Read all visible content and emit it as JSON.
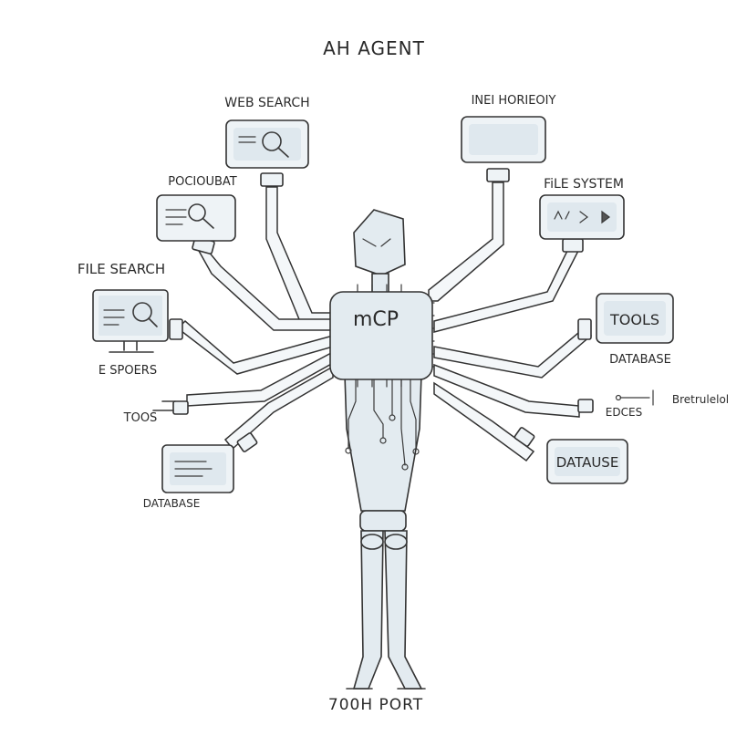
{
  "title": "AH AGENT",
  "footer": "700H PORT",
  "core": {
    "label": "mCP"
  },
  "labels": {
    "web_search": "WEB SEARCH",
    "top_right": "INEI HORIEOIY",
    "left_upper": "POCIOUBAT",
    "file_system": "FiLE SYSTEM",
    "file_search": "FILE SEARCH",
    "file_search_sub": "E SPOERS",
    "tools_left": "TOOS",
    "database_left": "DATABASE",
    "tools_right": "TOOLS",
    "database_right_caption": "DATABASE",
    "edges": "EDCES",
    "edges_note": "Bretrulelol",
    "datause": "DATAUSE"
  },
  "icons": {
    "web_search_panel": "magnifier-icon",
    "left_upper_panel": "magnifier-icon",
    "file_search_monitor": "magnifier-icon",
    "file_system_panel": "arrows-icon"
  }
}
